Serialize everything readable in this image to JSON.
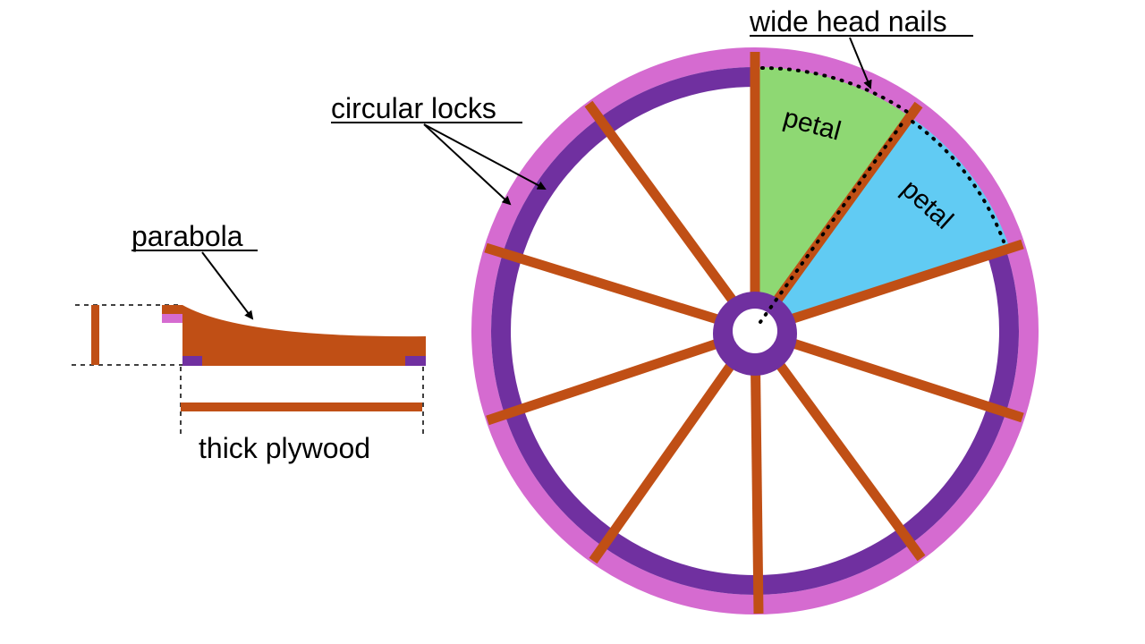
{
  "labels": {
    "wide_head_nails": "wide head nails",
    "circular_locks": "circular locks",
    "parabola": "parabola",
    "thick_plywood": "thick plywood",
    "petal_1": "petal",
    "petal_2": "petal"
  },
  "colors": {
    "spoke": "#c04f15",
    "outer_ring": "#d56bd0",
    "inner_ring": "#7030a0",
    "petal_green": "#8ed873",
    "petal_blue": "#61cbf3",
    "line": "#000000"
  }
}
